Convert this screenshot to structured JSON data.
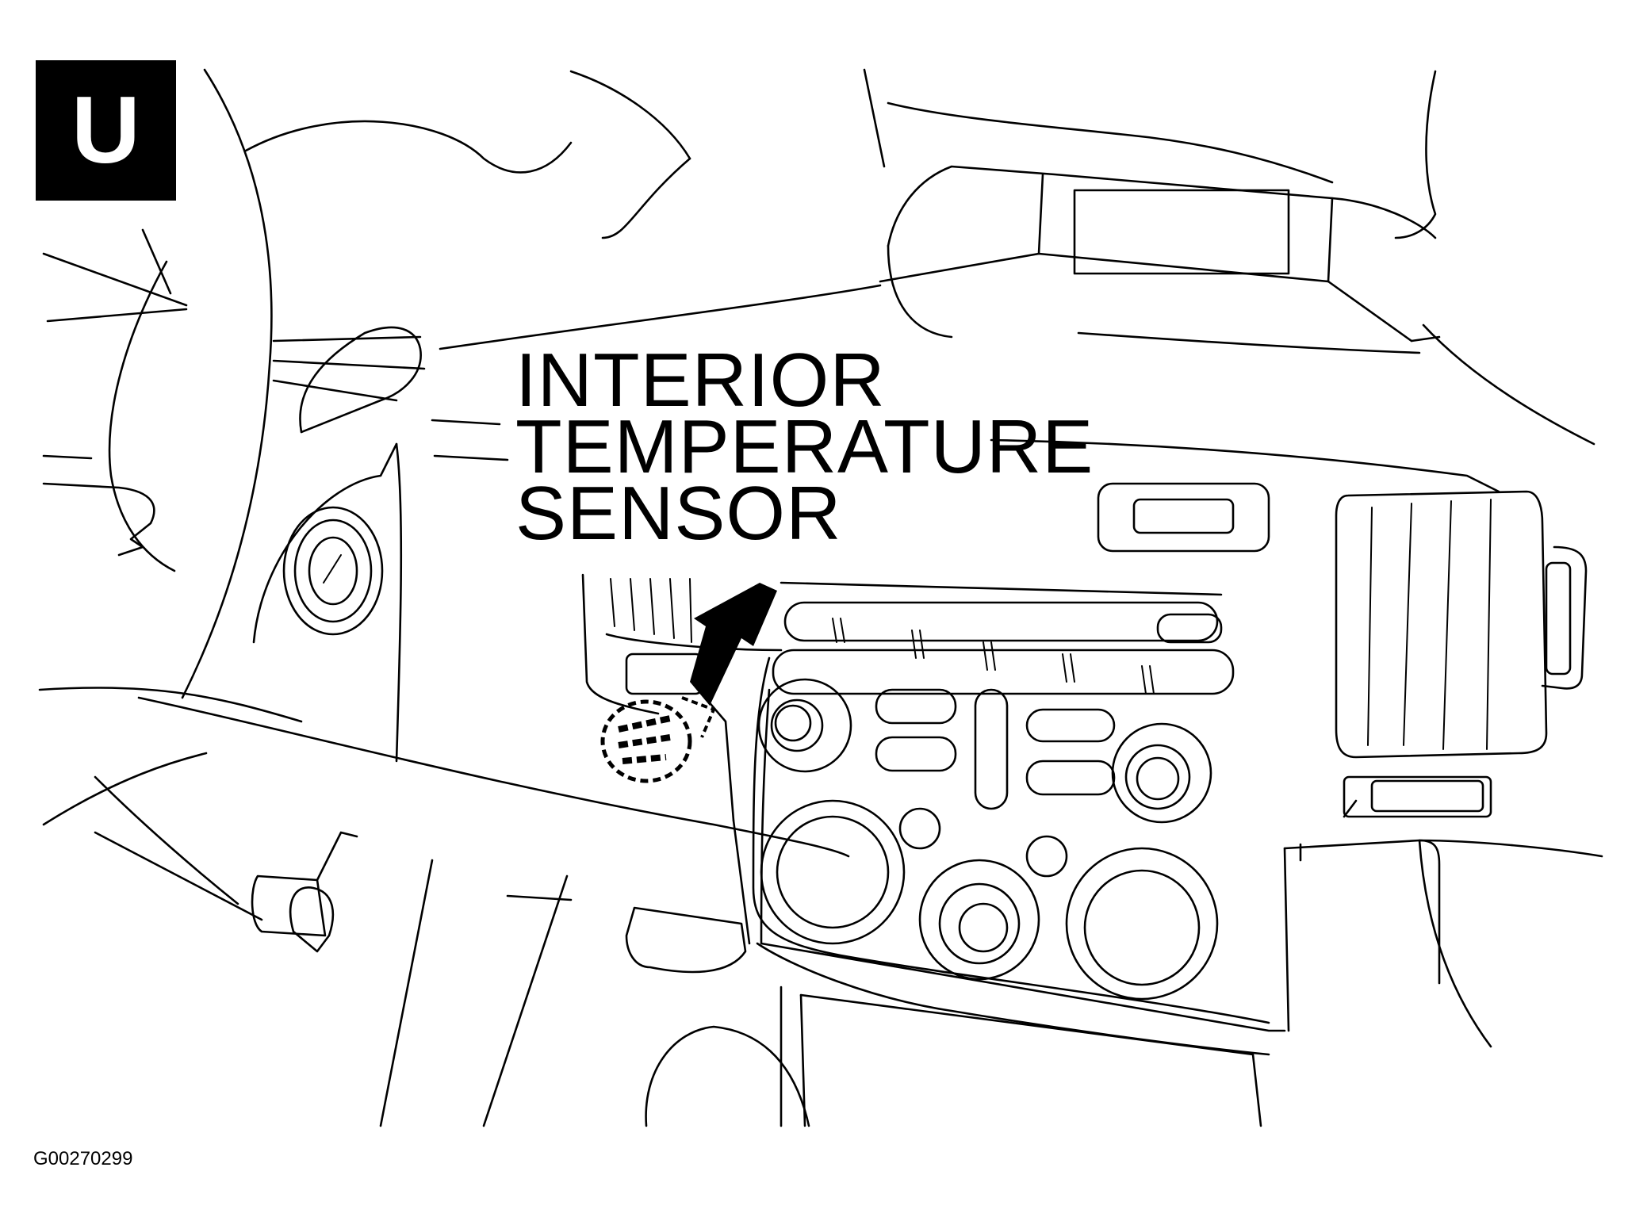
{
  "badge": {
    "letter": "U"
  },
  "callout": {
    "lines": [
      "INTERIOR",
      "TEMPERATURE",
      "SENSOR"
    ]
  },
  "figure_id": "G00270299",
  "colors": {
    "ink": "#000000",
    "background": "#ffffff"
  }
}
